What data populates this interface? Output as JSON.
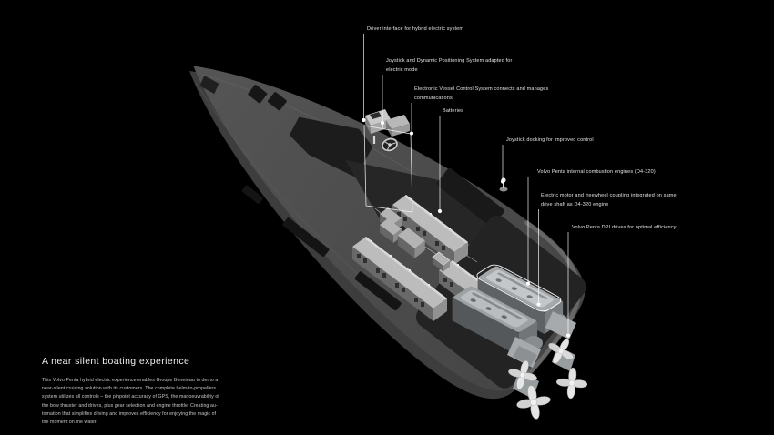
{
  "callouts": [
    {
      "id": "driver-interface",
      "text": "Driver interface for hybrid electric system"
    },
    {
      "id": "joystick-dps",
      "text": "Joystick and Dynamic Positioning System adapted for\nelectric mode"
    },
    {
      "id": "evcs",
      "text": "Electronic Vessel Control System connects and manages\ncommunications"
    },
    {
      "id": "batteries",
      "text": "Batteries"
    },
    {
      "id": "joystick-docking",
      "text": "Joystick docking for improved control"
    },
    {
      "id": "combustion-engines",
      "text": "Volvo Penta internal combustion engines (D4-320)"
    },
    {
      "id": "electric-motor",
      "text": "Electric motor and freewheel coupling integrated on same\ndrive shaft as D4-320 engine"
    },
    {
      "id": "dpi-drives",
      "text": "Volvo Penta DPI drives for optimal efficiency"
    }
  ],
  "caption": {
    "title": "A near silent boating experience",
    "body": [
      "This Volvo Penta hybrid electric experience enables Groupe Beneteau to demo a",
      "near-silent cruising solution with its customers. The complete helm-to-propellers",
      "system utilizes all controls – the pinpoint accuracy of GPS, the manoeuvrability of",
      "the bow thruster and drives, plus gear selection and engine throttle. Creating au-",
      "tomation that simplifies driving and improves efficiency for enjoying the magic of",
      "the moment on the water."
    ]
  },
  "colors": {
    "background": "#000000",
    "hull": "#4c4c4c",
    "deck": "#515151",
    "cutout": "#1d1d1d",
    "machinery": "#a2a6a9",
    "propeller": "#e2e2e2",
    "leader_line": "#ffffff",
    "label_text": "#e3e3e3",
    "body_text": "#c8c8c8"
  }
}
